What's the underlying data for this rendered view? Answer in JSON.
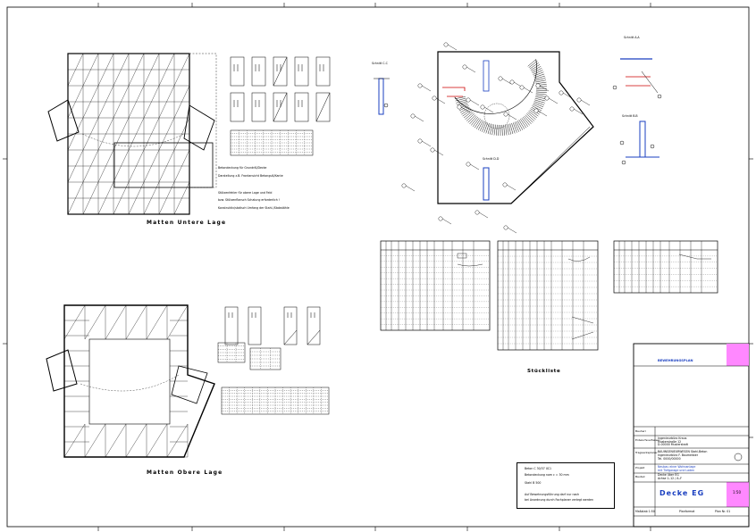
{
  "drawing": {
    "plan_lower_title": "Matten Untere Lage",
    "plan_upper_title": "Matten Obere Lage",
    "schedule_title": "Stückliste",
    "notes_lower": [
      "Betondeckung für Grundriß/Decke",
      "Darstellung z.B. Frontansicht Betonguß/Kante",
      "Stützenfehler für obere Lage und Feld",
      "bzw. Stützenflansch Schalung erforderlich !",
      "Konstruktiv/statisch Umfang der Stahl-/Stabstähle"
    ],
    "section_labels": [
      "Schnitt C-C",
      "Schnitt A-A",
      "Schnitt B-B",
      "Schnitt D-D"
    ]
  },
  "note_box": {
    "lines": [
      "Beton C 30/37 XC1",
      "Betondeckung nom c = 30 mm",
      "Stahl B 500",
      "Auf Bewehrungsführung darf nur nach",
      "bei Anordnung durch Fachplaner verlegt werden"
    ]
  },
  "title_block": {
    "plan_type": "BEWEHRUNGSPLAN",
    "rows": [
      {
        "key": "Bauherr",
        "value": ""
      },
      {
        "key": "Entwurfsverfasser",
        "value": "Ingenieurbüro Kraus\nMusterstraße 12\nD-00000 Musterstadt"
      },
      {
        "key": "Tragwerksplaner",
        "value": "BAUINGENIEURWESEN Stahl-Beton\nIngenieurbüro F. Baumeister\nTel. 0000/00000"
      },
      {
        "key": "Projekt",
        "value": "Neubau einer Wohnanlage\nmit Tiefgarage und Laden"
      },
      {
        "key": "Bauteil",
        "value": "Decke über EG\nAchse 1–12 / A–F"
      }
    ],
    "drawing_name": "Decke EG",
    "index": "1:50",
    "footer_left": "Maßstab 1:50",
    "footer_mid": "Planformat",
    "footer_right": "Plan Nr. 01"
  },
  "colors": {
    "accent_pink": "#ff88ff",
    "accent_blue": "#1a3fc0",
    "accent_red": "#cc0000",
    "line": "#000000"
  }
}
